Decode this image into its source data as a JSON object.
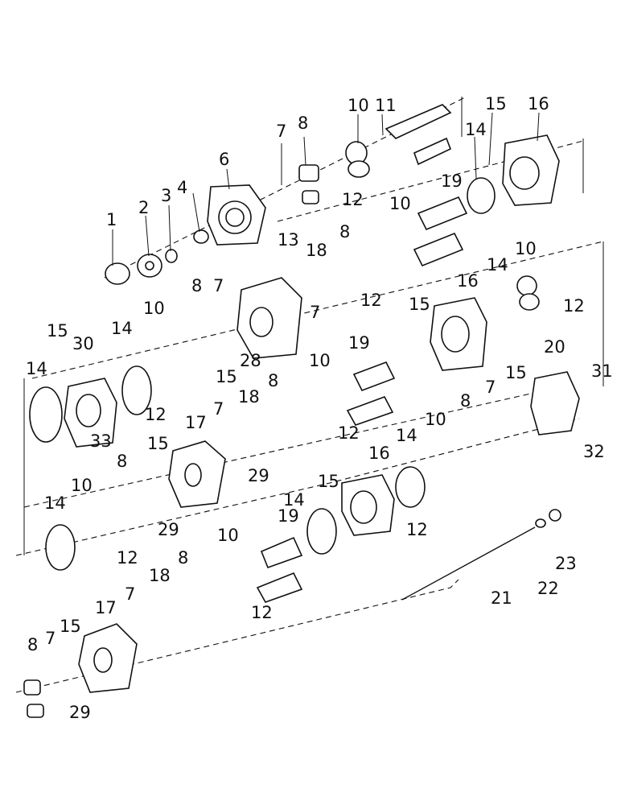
{
  "diagram": {
    "callouts": [
      "1",
      "2",
      "3",
      "4",
      "6",
      "7",
      "8",
      "10",
      "11",
      "13",
      "12",
      "15",
      "16",
      "14",
      "19",
      "10",
      "8",
      "18",
      "7",
      "12",
      "15",
      "16",
      "14",
      "10",
      "12",
      "15",
      "30",
      "14",
      "10",
      "8",
      "7",
      "28",
      "15",
      "14",
      "12",
      "33",
      "19",
      "10",
      "8",
      "18",
      "12",
      "20",
      "31",
      "15",
      "7",
      "8",
      "10",
      "14",
      "32",
      "17",
      "7",
      "15",
      "8",
      "10",
      "14",
      "29",
      "29",
      "16",
      "14",
      "15",
      "12",
      "12",
      "19",
      "10",
      "8",
      "18",
      "12",
      "21",
      "22",
      "23",
      "17",
      "7",
      "15",
      "8",
      "7",
      "29"
    ]
  }
}
